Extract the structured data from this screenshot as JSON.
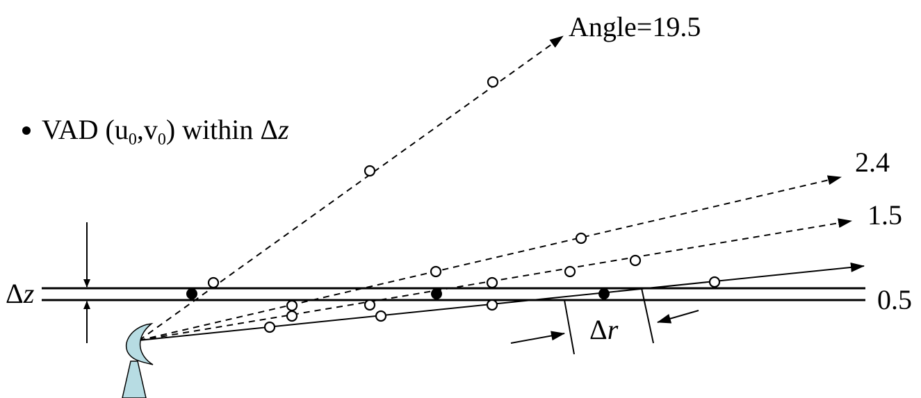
{
  "legend": {
    "prefix": "VAD (u",
    "sub0": "0",
    "mid": ",v",
    "sub1": "0",
    "suffix": ") within Δ",
    "var": "z"
  },
  "labels": {
    "angle_top": "Angle=19.5",
    "angle_2_4": "2.4",
    "angle_1_5": "1.5",
    "angle_0_5": "0.5",
    "delta_z_symbol": "Δ",
    "delta_z_var": "z",
    "delta_r_symbol": "Δ",
    "delta_r_var": "r"
  },
  "colors": {
    "radar_fill": "#b7dce3",
    "ink": "#000000"
  },
  "icons": {
    "radar": "radar-dish-icon"
  }
}
